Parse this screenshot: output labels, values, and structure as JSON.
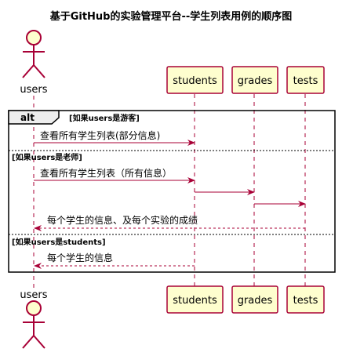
{
  "diagram": {
    "title": "基于GitHub的实验管理平台--学生列表用例的顺序图",
    "actor": {
      "name": "users"
    },
    "participants": [
      {
        "id": "students",
        "name": "students"
      },
      {
        "id": "grades",
        "name": "grades"
      },
      {
        "id": "tests",
        "name": "tests"
      }
    ],
    "fragment": {
      "keyword": "alt",
      "sections": [
        {
          "guard": "[如果users是游客]"
        },
        {
          "guard": "[如果users是老师]"
        },
        {
          "guard": "[如果users是students]"
        }
      ]
    },
    "messages": [
      {
        "from": "users",
        "to": "students",
        "label": "查看所有学生列表(部分信息)",
        "style": "solid"
      },
      {
        "from": "users",
        "to": "students",
        "label": "查看所有学生列表（所有信息）",
        "style": "solid"
      },
      {
        "from": "students",
        "to": "grades",
        "label": "",
        "style": "solid"
      },
      {
        "from": "grades",
        "to": "tests",
        "label": "",
        "style": "solid"
      },
      {
        "from": "tests",
        "to": "users",
        "label": "每个学生的信息、及每个实验的成绩",
        "style": "dashed"
      },
      {
        "from": "students",
        "to": "users",
        "label": "每个学生的信息",
        "style": "dashed"
      }
    ],
    "colors": {
      "participant_fill": "#FEFECE",
      "participant_border": "#A80036",
      "arrow": "#A80036",
      "lifeline": "#A80036",
      "frame": "#000000"
    }
  }
}
